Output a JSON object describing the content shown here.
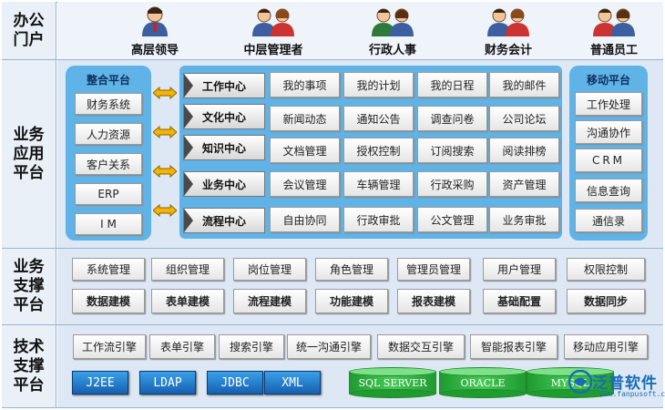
{
  "bands": {
    "portal": "办公门户",
    "business_app": "业务应用平台",
    "business_support": "业务支撑平台",
    "tech_support": "技术支撑平台"
  },
  "portal_roles": [
    "高层领导",
    "中层管理者",
    "行政人事",
    "财务会计",
    "普通员工"
  ],
  "integration": {
    "title": "整合平台",
    "items": [
      "财务系统",
      "人力资源",
      "客户关系",
      "ERP",
      "I M"
    ]
  },
  "centers": [
    {
      "label": "工作中心",
      "items": [
        "我的事项",
        "我的计划",
        "我的日程",
        "我的邮件"
      ]
    },
    {
      "label": "文化中心",
      "items": [
        "新闻动态",
        "通知公告",
        "调查问卷",
        "公司论坛"
      ]
    },
    {
      "label": "知识中心",
      "items": [
        "文档管理",
        "授权控制",
        "订阅搜索",
        "阅读排榜"
      ]
    },
    {
      "label": "业务中心",
      "items": [
        "会议管理",
        "车辆管理",
        "行政采购",
        "资产管理"
      ]
    },
    {
      "label": "流程中心",
      "items": [
        "自由协同",
        "行政审批",
        "公文管理",
        "业务审批"
      ]
    }
  ],
  "mobile": {
    "title": "移动平台",
    "items": [
      "工作处理",
      "沟通协作",
      "CRM",
      "信息查询",
      "通信录"
    ]
  },
  "support_row1": [
    "系统管理",
    "组织管理",
    "岗位管理",
    "角色管理",
    "管理员管理",
    "用户管理",
    "权限控制"
  ],
  "support_row2": [
    "数据建模",
    "表单建模",
    "流程建模",
    "功能建模",
    "报表建模",
    "基础配置",
    "数据同步"
  ],
  "engines": [
    "工作流引擎",
    "表单引擎",
    "搜索引擎",
    "统一沟通引擎",
    "数据交互引擎",
    "智能报表引擎",
    "移动应用引擎"
  ],
  "tech": [
    "J2EE",
    "LDAP",
    "JDBC",
    "XML"
  ],
  "databases": [
    "SQL SERVER",
    "ORACLE",
    "MYSQL"
  ],
  "logo": {
    "name": "泛普软件",
    "url": "www.fanpusoft.com"
  },
  "colors": {
    "panel": "#5fb3e6",
    "band_bg": "#dde8f4",
    "tech_blue": "#1660b0",
    "db_green": "#1f9b30"
  }
}
